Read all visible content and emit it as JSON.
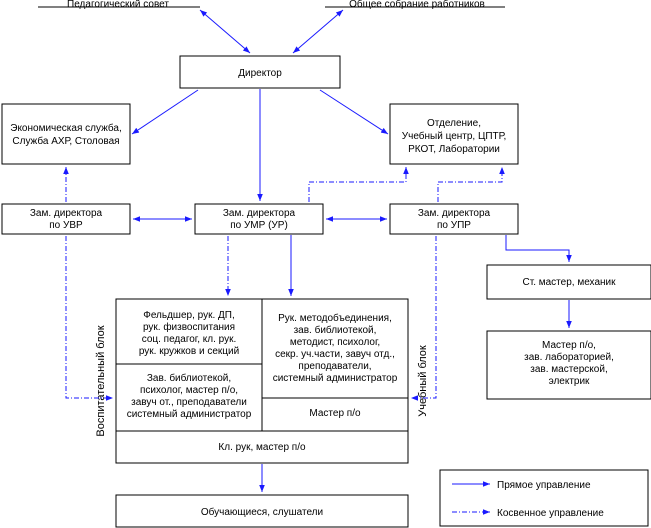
{
  "top_left_label": "Педагогический совет",
  "top_right_label": "Общее собрание работников",
  "director": "Директор",
  "econ": [
    "Экономическая служба,",
    "Служба АХР, Столовая"
  ],
  "dept": [
    "Отделение,",
    "Учебный центр, ЦПТР,",
    "РКОТ, Лаборатории"
  ],
  "zam_uvr": [
    "Зам. директора",
    "по УВР"
  ],
  "zam_umr": [
    "Зам. директора",
    "по УМР (УР)"
  ],
  "zam_upr": [
    "Зам. директора",
    "по УПР"
  ],
  "st_master": "Ст. мастер, механик",
  "master_po": [
    "Мастер п/о,",
    "зав. лабораторией,",
    "зав. мастерской,",
    "электрик"
  ],
  "feldsher": [
    "Фельдшер, рук. ДП,",
    "рук. физвоспитания",
    "соц. педагог, кл. рук.",
    "рук. кружков и секций"
  ],
  "ruk_metod": [
    "Рук. методобъединения,",
    "зав. библиотекой,",
    "методист, психолог,",
    "секр. уч.части, завуч отд.,",
    "преподаватели,",
    "системный администратор"
  ],
  "zav_bibl": [
    "Зав. библиотекой,",
    "психолог, мастер п/о,",
    "завуч от., преподаватели",
    "системный администратор"
  ],
  "master_po2": "Мастер п/о",
  "kl_ruk": "Кл. рук, мастер п/о",
  "students": "Обучающиеся, слушатели",
  "side_left": "Воспитательный блок",
  "side_right": "Учебный блок",
  "legend": {
    "direct": "Прямое управление",
    "indirect": "Косвенное управление"
  },
  "colors": {
    "arrow": "#1a1aff",
    "border": "#000000",
    "background": "#ffffff"
  }
}
